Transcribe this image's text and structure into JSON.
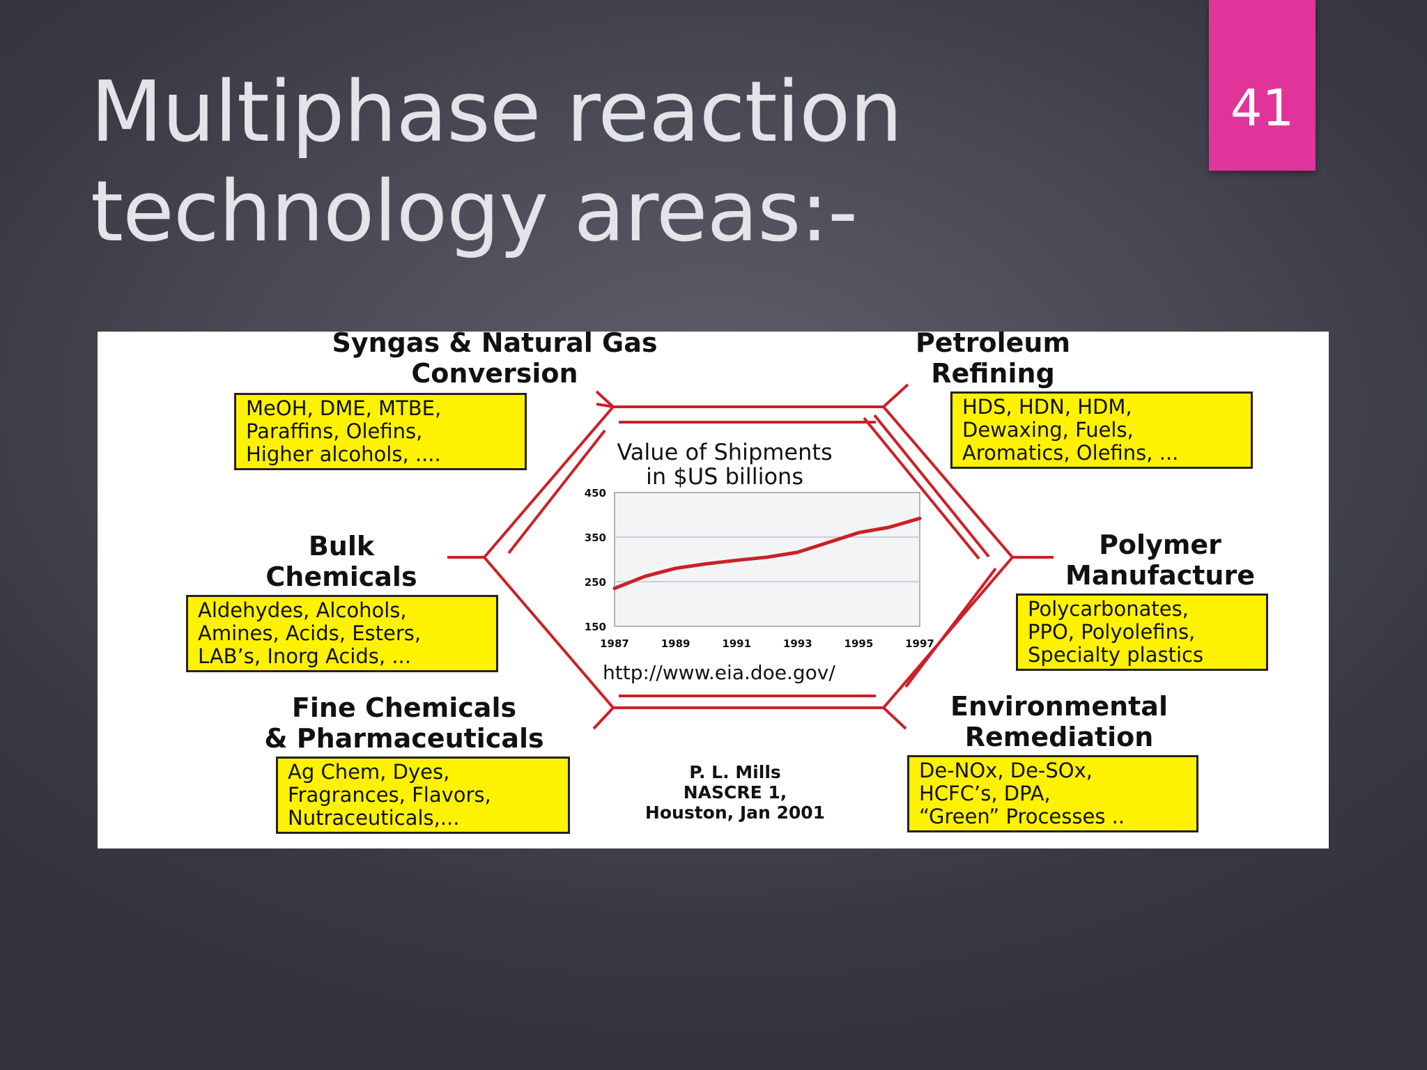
{
  "slide": {
    "title_line1": "Multiphase reaction",
    "title_line2": "technology areas:-",
    "page_number": "41",
    "badge_color": "#e1349a"
  },
  "diagram": {
    "areas": {
      "syngas": {
        "title_line1": "Syngas & Natural Gas",
        "title_line2": "Conversion",
        "items": [
          "MeOH, DME, MTBE,",
          "Paraffins, Olefins,",
          "Higher alcohols, ...."
        ]
      },
      "petroleum": {
        "title_line1": "Petroleum",
        "title_line2": "Refining",
        "items": [
          "HDS, HDN, HDM,",
          "Dewaxing, Fuels,",
          "Aromatics, Olefins, ..."
        ]
      },
      "bulk": {
        "title_line1": "Bulk",
        "title_line2": "Chemicals",
        "items": [
          "Aldehydes, Alcohols,",
          "Amines, Acids, Esters,",
          "LAB’s, Inorg Acids, ..."
        ]
      },
      "polymer": {
        "title_line1": "Polymer",
        "title_line2": "Manufacture",
        "items": [
          "Polycarbonates,",
          "PPO, Polyolefins,",
          "Specialty plastics"
        ]
      },
      "fine": {
        "title_line1": "Fine Chemicals",
        "title_line2": "& Pharmaceuticals",
        "items": [
          "Ag Chem, Dyes,",
          "Fragrances, Flavors,",
          "Nutraceuticals,..."
        ]
      },
      "environmental": {
        "title_line1": "Environmental",
        "title_line2": "Remediation",
        "items": [
          "De-NOx, De-SOx,",
          "HCFC’s, DPA,",
          "“Green” Processes .."
        ]
      }
    },
    "credit": {
      "line1": "P. L. Mills",
      "line2": "NASCRE 1,",
      "line3": "Houston,  Jan 2001"
    },
    "hexagon_color": "#cc2027",
    "box_color": "#fff200"
  },
  "chart_data": {
    "type": "line",
    "title_line1": "Value of Shipments",
    "title_line2": "in $US billions",
    "source_url": "http://www.eia.doe.gov/",
    "x_ticks": [
      "1987",
      "1989",
      "1991",
      "1993",
      "1995",
      "1997"
    ],
    "y_ticks": [
      "450",
      "350",
      "250",
      "150"
    ],
    "xlim": [
      1987,
      1997
    ],
    "ylim": [
      150,
      450
    ],
    "series": [
      {
        "color": "#cc2027",
        "x": [
          1987,
          1988,
          1989,
          1990,
          1991,
          1992,
          1993,
          1994,
          1995,
          1996,
          1997
        ],
        "y": [
          235,
          262,
          280,
          290,
          298,
          305,
          316,
          338,
          360,
          372,
          392
        ]
      }
    ]
  }
}
